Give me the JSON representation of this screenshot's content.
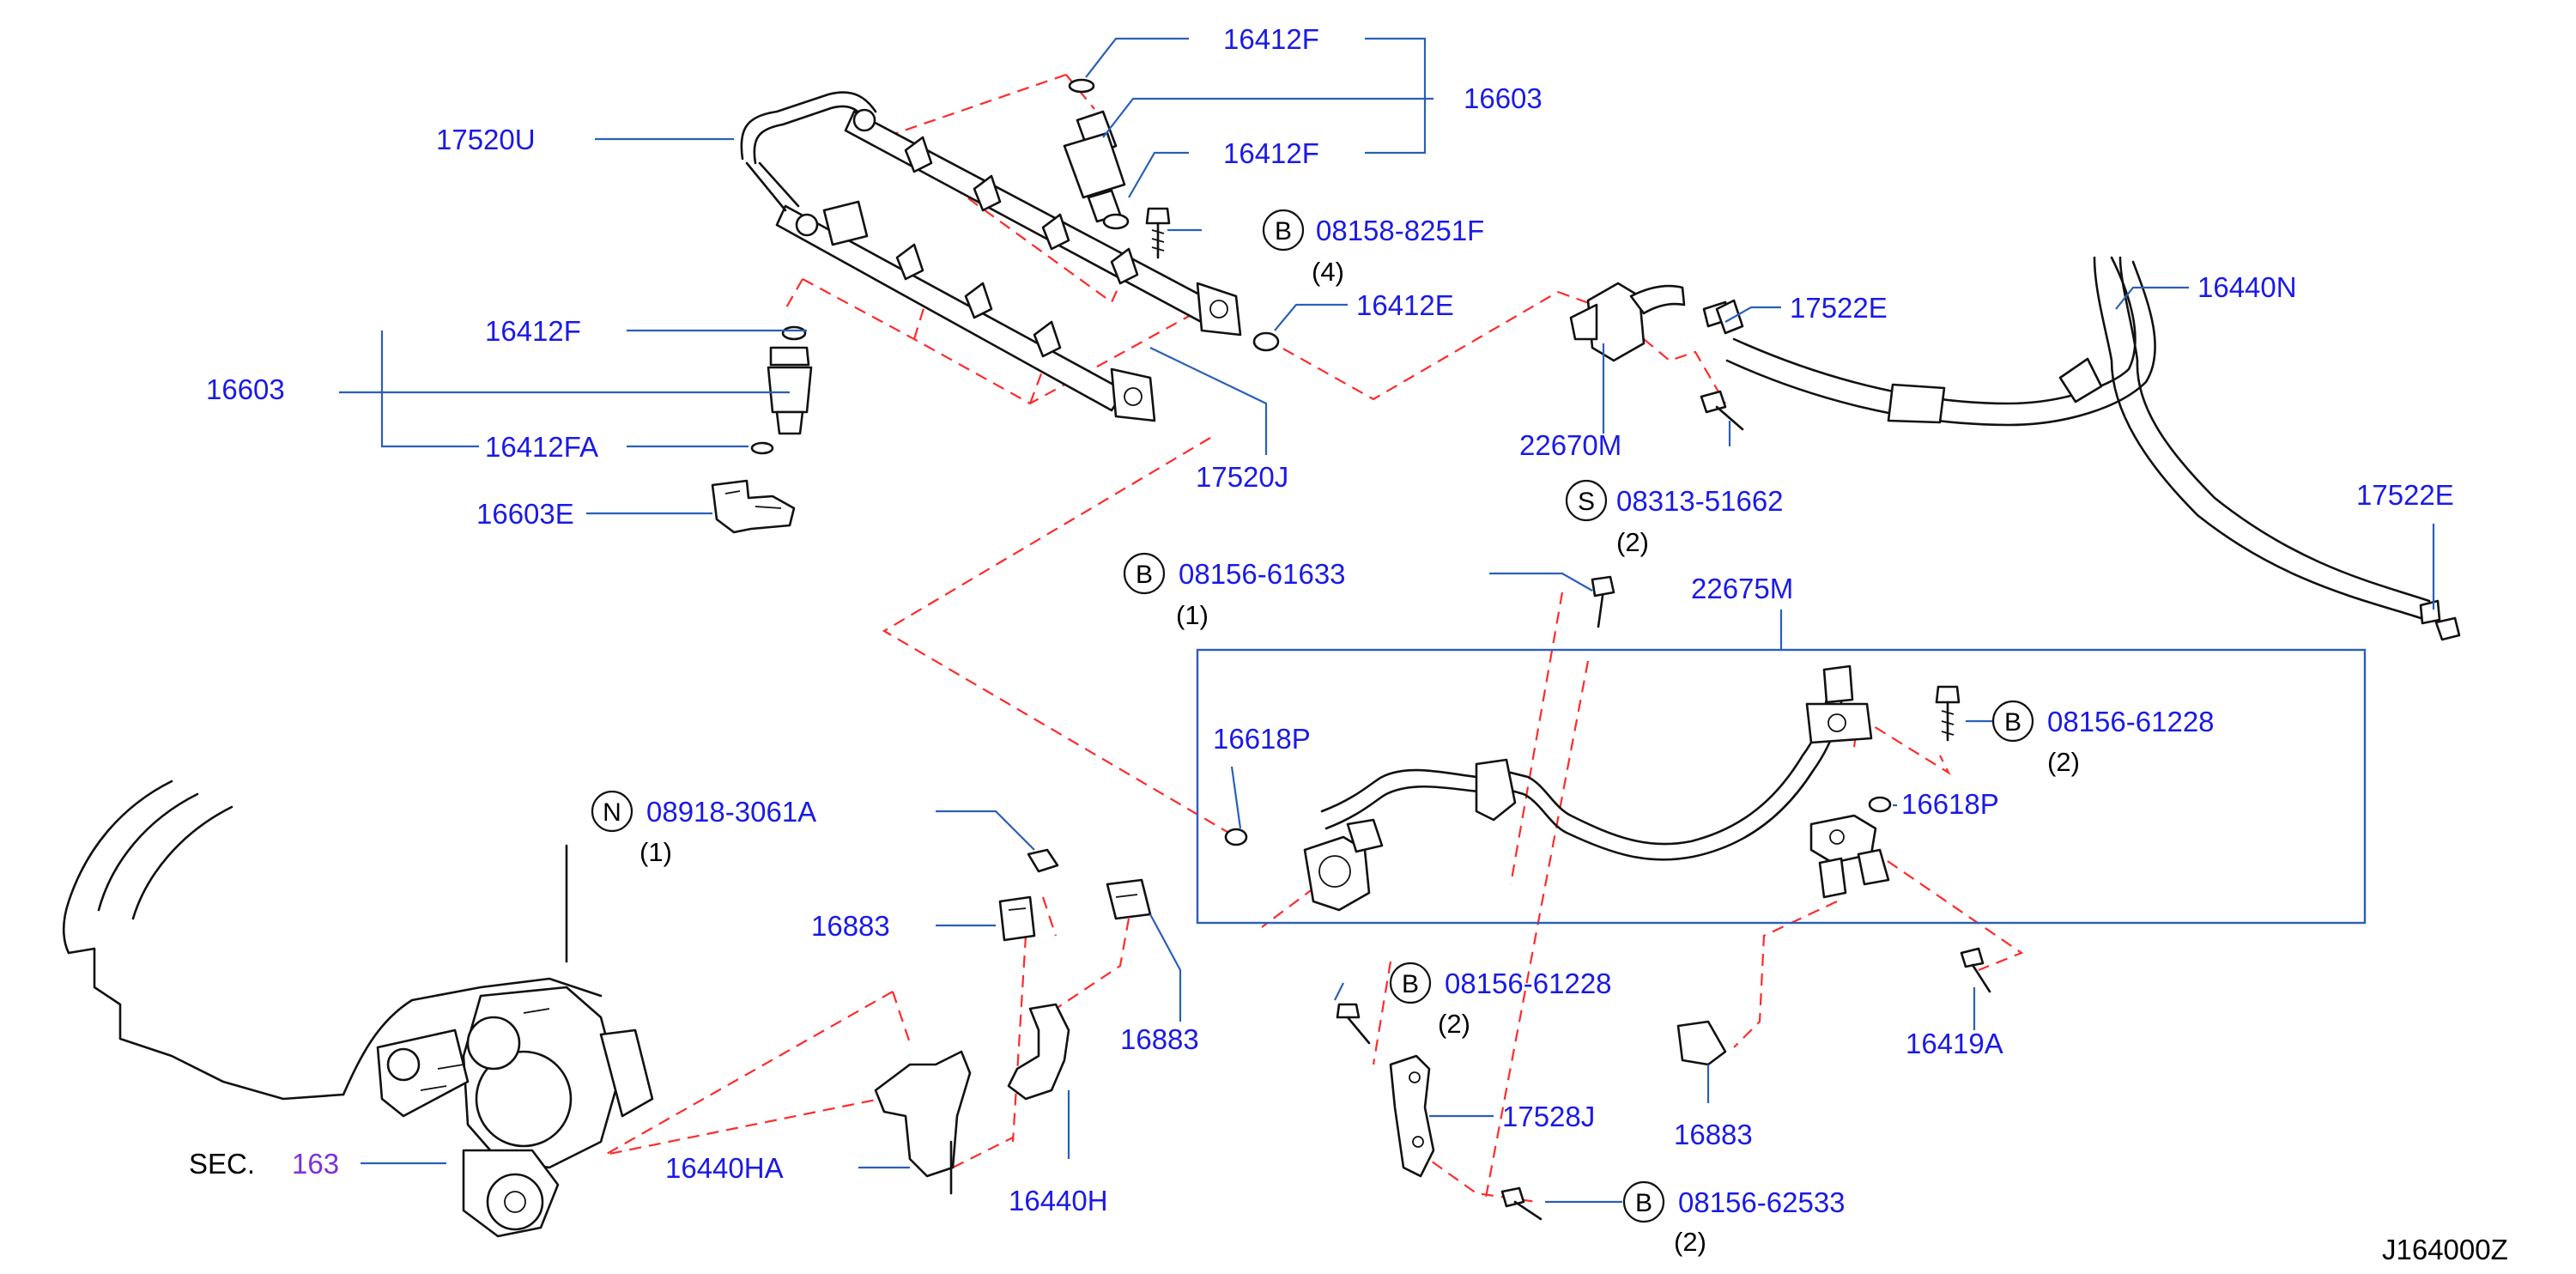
{
  "labels": {
    "p17520U": "17520U",
    "p16412F_a": "16412F",
    "p16603_a": "16603",
    "p16412F_b": "16412F",
    "p08158": "08158-8251F",
    "p08158_qty": "(4)",
    "p16412E": "16412E",
    "p16412F_c": "16412F",
    "p16603_b": "16603",
    "p16412FA": "16412FA",
    "p16603E": "16603E",
    "p17520J": "17520J",
    "p22670M": "22670M",
    "p08313": "08313-51662",
    "p08313_qty": "(2)",
    "p17522E_a": "17522E",
    "p16440N": "16440N",
    "p17522E_b": "17522E",
    "p08156_61633": "08156-61633",
    "p08156_61633_qty": "(1)",
    "p22675M": "22675M",
    "p16618P_a": "16618P",
    "p08156_61228_a": "08156-61228",
    "p08156_61228_a_qty": "(2)",
    "p16618P_b": "16618P",
    "p08918": "08918-3061A",
    "p08918_qty": "(1)",
    "p16883_a": "16883",
    "p16883_b": "16883",
    "p08156_61228_b": "08156-61228",
    "p08156_61228_b_qty": "(2)",
    "p16419A": "16419A",
    "p17528J": "17528J",
    "p16883_c": "16883",
    "p08156_62533": "08156-62533",
    "p08156_62533_qty": "(2)",
    "sec_prefix": "SEC.",
    "sec_number": "163",
    "p16440HA": "16440HA",
    "p16440H": "16440H",
    "diagram_id": "J164000Z"
  },
  "badges": {
    "b1": "B",
    "s1": "S",
    "b2": "B",
    "b3": "B",
    "n1": "N",
    "b4": "B",
    "b5": "B"
  },
  "colors": {
    "part_number": "#1a1ae6",
    "section_ref": "#7b2fe0",
    "leader": "#2a5fb8",
    "dashed_guide": "#ff2a2a"
  }
}
